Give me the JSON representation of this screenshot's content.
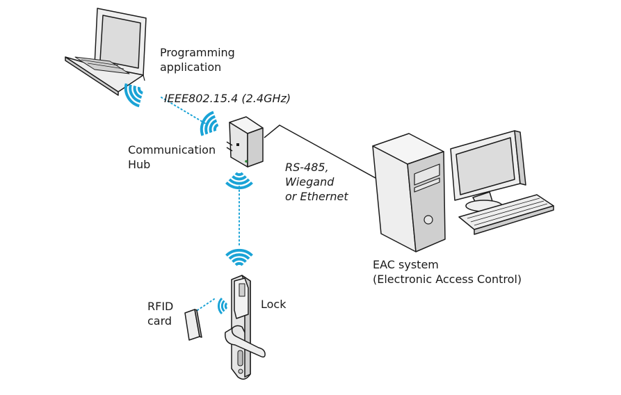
{
  "labels": {
    "programming_application": [
      "Programming",
      "application"
    ],
    "radio_protocol": "IEEE802.15.4 (2.4GHz)",
    "communication_hub": [
      "Communication",
      "Hub"
    ],
    "wired_link": [
      "RS-485,",
      "Wiegand",
      "or Ethernet"
    ],
    "eac_system": [
      "EAC system",
      "(Electronic Access Control)"
    ],
    "rfid_card": [
      "RFID",
      "card"
    ],
    "lock": "Lock"
  },
  "colors": {
    "wireless": "#1aa3d6",
    "outline": "#1a1a1a",
    "device_fill": "#eeeeee",
    "device_shade": "#cfcfcf",
    "screen": "#dcdcdc"
  },
  "icons": [
    "laptop-icon",
    "hub-icon",
    "computer-tower-icon",
    "monitor-icon",
    "keyboard-icon",
    "lock-icon",
    "rfid-card-icon",
    "wifi-waves-icon"
  ]
}
